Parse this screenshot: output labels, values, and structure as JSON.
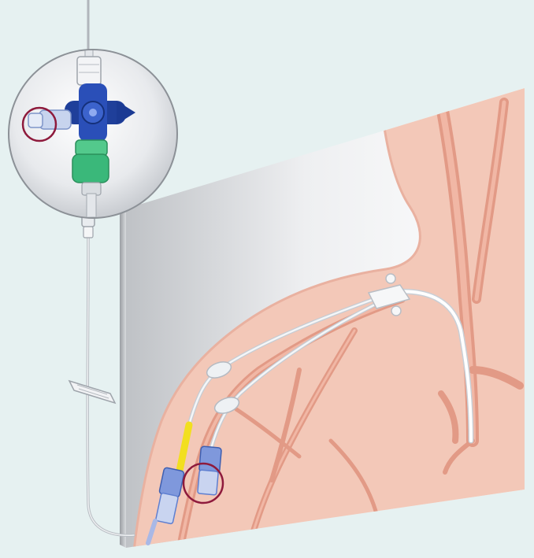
{
  "figure": {
    "kind": "medical-illustration",
    "subject": "central-venous-catheter-with-needle-free-connectors",
    "colors": {
      "background": "#e6f1f1",
      "skin": "#f3c8b8",
      "vessel": "#e29a86",
      "highlight_ring": "#8e1a3c",
      "stopcock": "#1f3f9a",
      "connector_green": "#3ab87a",
      "clamp_yellow": "#f2df1f",
      "hub_blue": "#5f7fd0"
    },
    "highlight_count": 2
  }
}
